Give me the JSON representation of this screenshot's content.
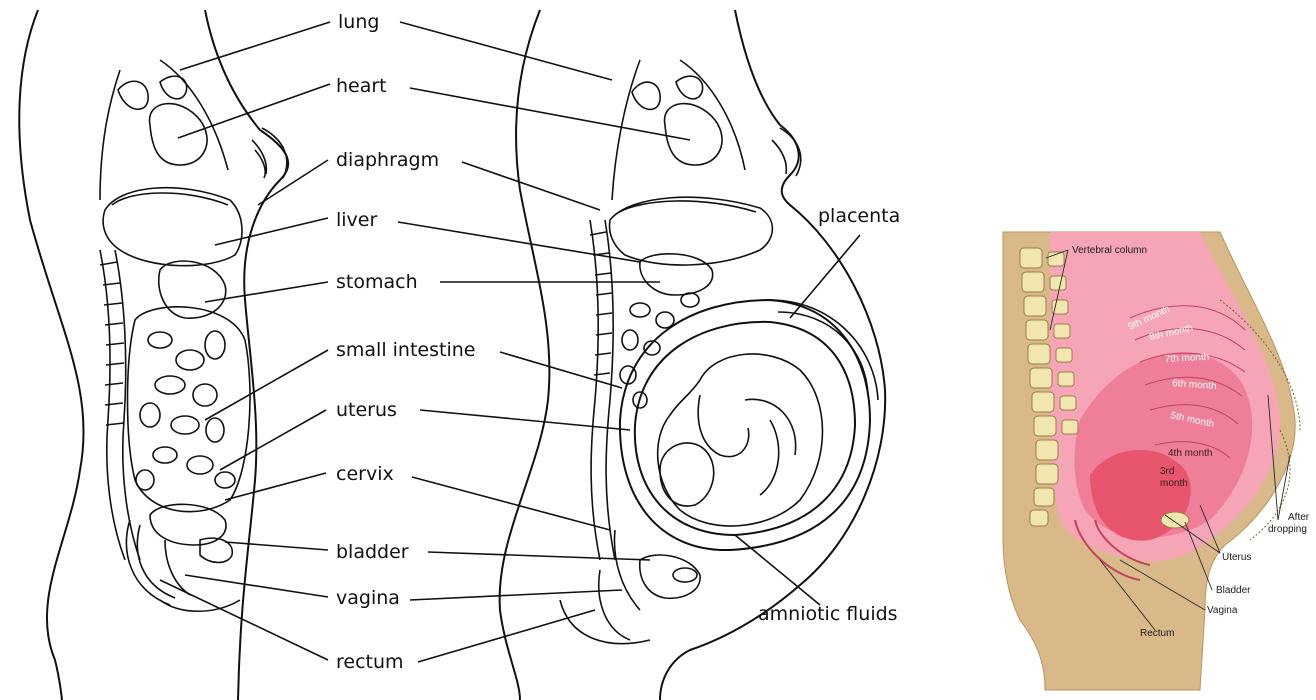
{
  "labels": {
    "lung": "lung",
    "heart": "heart",
    "diaphragm": "diaphragm",
    "liver": "liver",
    "stomach": "stomach",
    "small_intestine": "small intestine",
    "uterus": "uterus",
    "cervix": "cervix",
    "bladder": "bladder",
    "vagina": "vagina",
    "rectum": "rectum",
    "placenta": "placenta",
    "amniotic_fluids": "amniotic fluids"
  },
  "right_diagram": {
    "vertebral_column": "Vertebral column",
    "months": [
      "9th month",
      "8th month",
      "7th month",
      "6th month",
      "5th month",
      "4th month"
    ],
    "third_month_line1": "3rd",
    "third_month_line2": "month",
    "after_dropping_line1": "After",
    "after_dropping_line2": "dropping",
    "uterus": "Uterus",
    "bladder": "Bladder",
    "vagina": "Vagina",
    "rectum": "Rectum",
    "colors": {
      "skin": "#d9b98a",
      "pink": "#f07a95",
      "bone": "#f1e6b0"
    }
  }
}
